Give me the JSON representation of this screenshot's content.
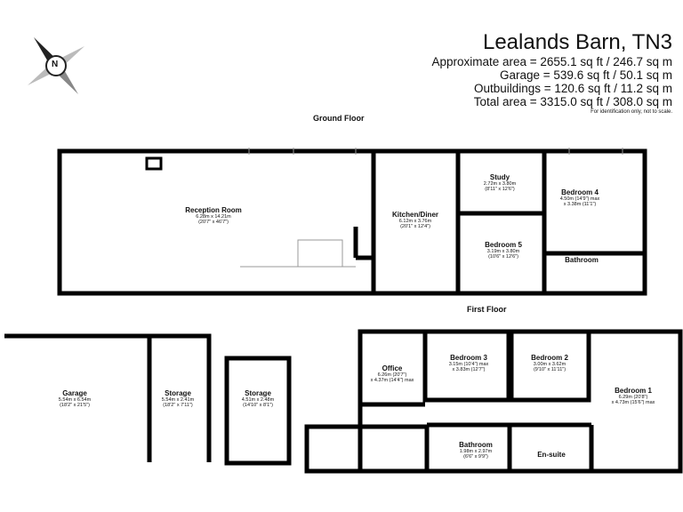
{
  "header": {
    "title": "Lealands Barn, TN3",
    "areas": [
      "Approximate area = 2655.1 sq ft / 246.7 sq m",
      "Garage = 539.6 sq ft / 50.1 sq m",
      "Outbuildings = 120.6 sq ft / 11.2 sq m",
      "Total area = 3315.0 sq ft / 308.0 sq m"
    ],
    "note": "For identification only, not to scale."
  },
  "compass": {
    "label": "N",
    "icon": "compass-north-icon"
  },
  "floors": {
    "ground": "Ground Floor",
    "first": "First Floor"
  },
  "rooms": [
    {
      "name": "Reception Room",
      "dims": [
        "6.28m x 14.21m",
        "(20'7\" x 46'7\")"
      ]
    },
    {
      "name": "Kitchen/Diner",
      "dims": [
        "6.12m x 3.76m",
        "(20'1\" x 12'4\")"
      ]
    },
    {
      "name": "Study",
      "dims": [
        "2.72m x 3.80m",
        "(8'11\" x 12'6\")"
      ]
    },
    {
      "name": "Bedroom 4",
      "dims": [
        "4.50m (14'9\") max",
        "x 3.38m (11'1\")"
      ]
    },
    {
      "name": "Bedroom 5",
      "dims": [
        "3.19m x 3.80m",
        "(10'6\" x 12'6\")"
      ]
    },
    {
      "name": "Bathroom",
      "dims": []
    },
    {
      "name": "Garage",
      "dims": [
        "5.54m x 6.54m",
        "(18'2\" x 21'5\")"
      ]
    },
    {
      "name": "Storage",
      "dims": [
        "5.54m x 2.41m",
        "(18'2\" x 7'11\")"
      ]
    },
    {
      "name": "Storage",
      "dims": [
        "4.51m x 2.48m",
        "(14'10\" x 8'1\")"
      ]
    },
    {
      "name": "Office",
      "dims": [
        "6.26m (20'7\")",
        "x 4.37m (14'4\") max"
      ]
    },
    {
      "name": "Bedroom 3",
      "dims": [
        "3.15m (10'4\") max",
        "x 3.83m (12'7\")"
      ]
    },
    {
      "name": "Bedroom 2",
      "dims": [
        "3.00m x 3.62m",
        "(9'10\" x 11'11\")"
      ]
    },
    {
      "name": "Bedroom 1",
      "dims": [
        "6.29m (20'8\")",
        "x 4.73m (15'6\") max"
      ]
    },
    {
      "name": "Bathroom",
      "dims": [
        "1.98m x 2.97m",
        "(6'6\" x 9'9\")"
      ]
    },
    {
      "name": "En-suite",
      "dims": []
    }
  ]
}
